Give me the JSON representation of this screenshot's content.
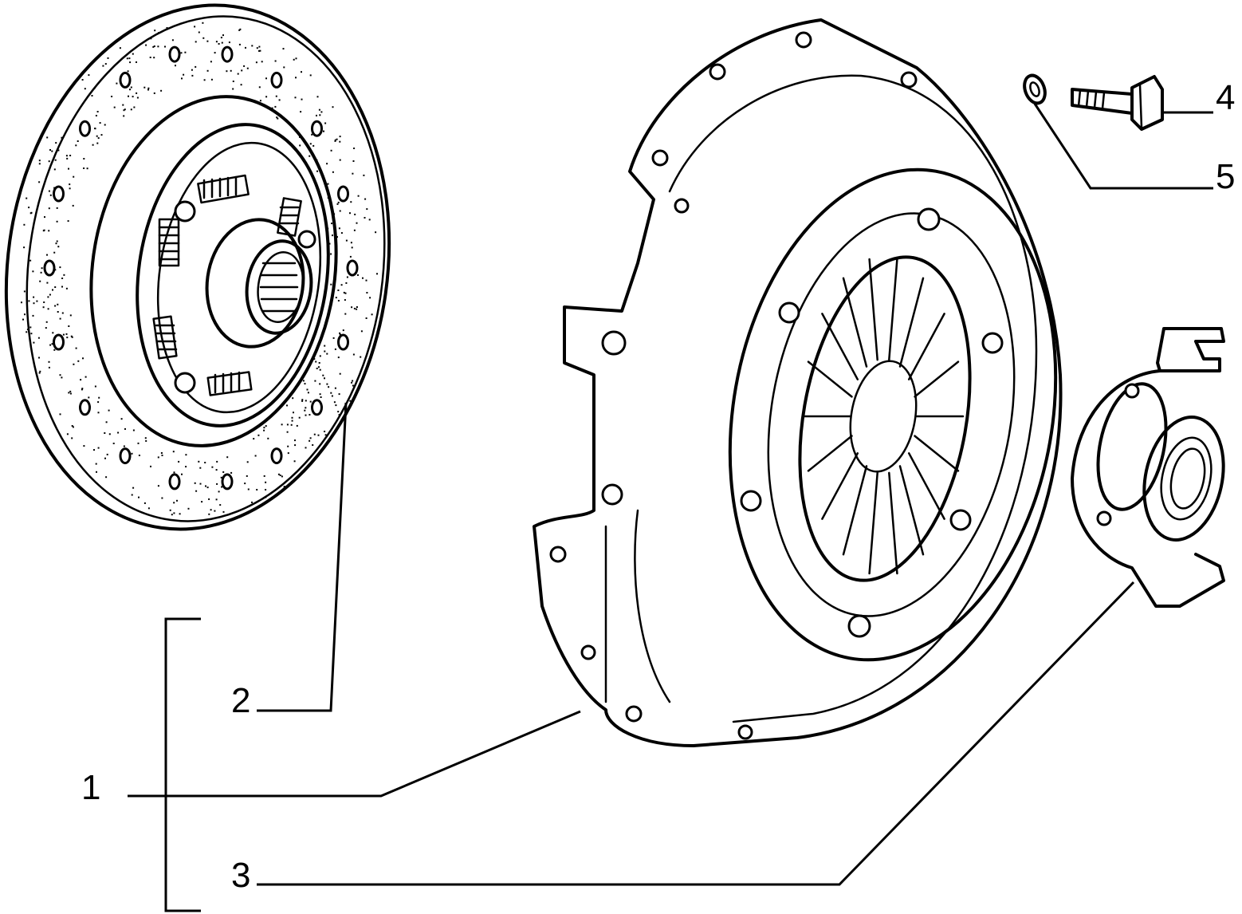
{
  "callouts": [
    {
      "id": "1",
      "label": "1",
      "part": "clutch-kit"
    },
    {
      "id": "2",
      "label": "2",
      "part": "clutch-disc"
    },
    {
      "id": "3",
      "label": "3",
      "part": "release-bearing"
    },
    {
      "id": "4",
      "label": "4",
      "part": "bolt"
    },
    {
      "id": "5",
      "label": "5",
      "part": "lock-washer"
    }
  ],
  "colors": {
    "ink": "#000000",
    "paper": "#ffffff"
  }
}
